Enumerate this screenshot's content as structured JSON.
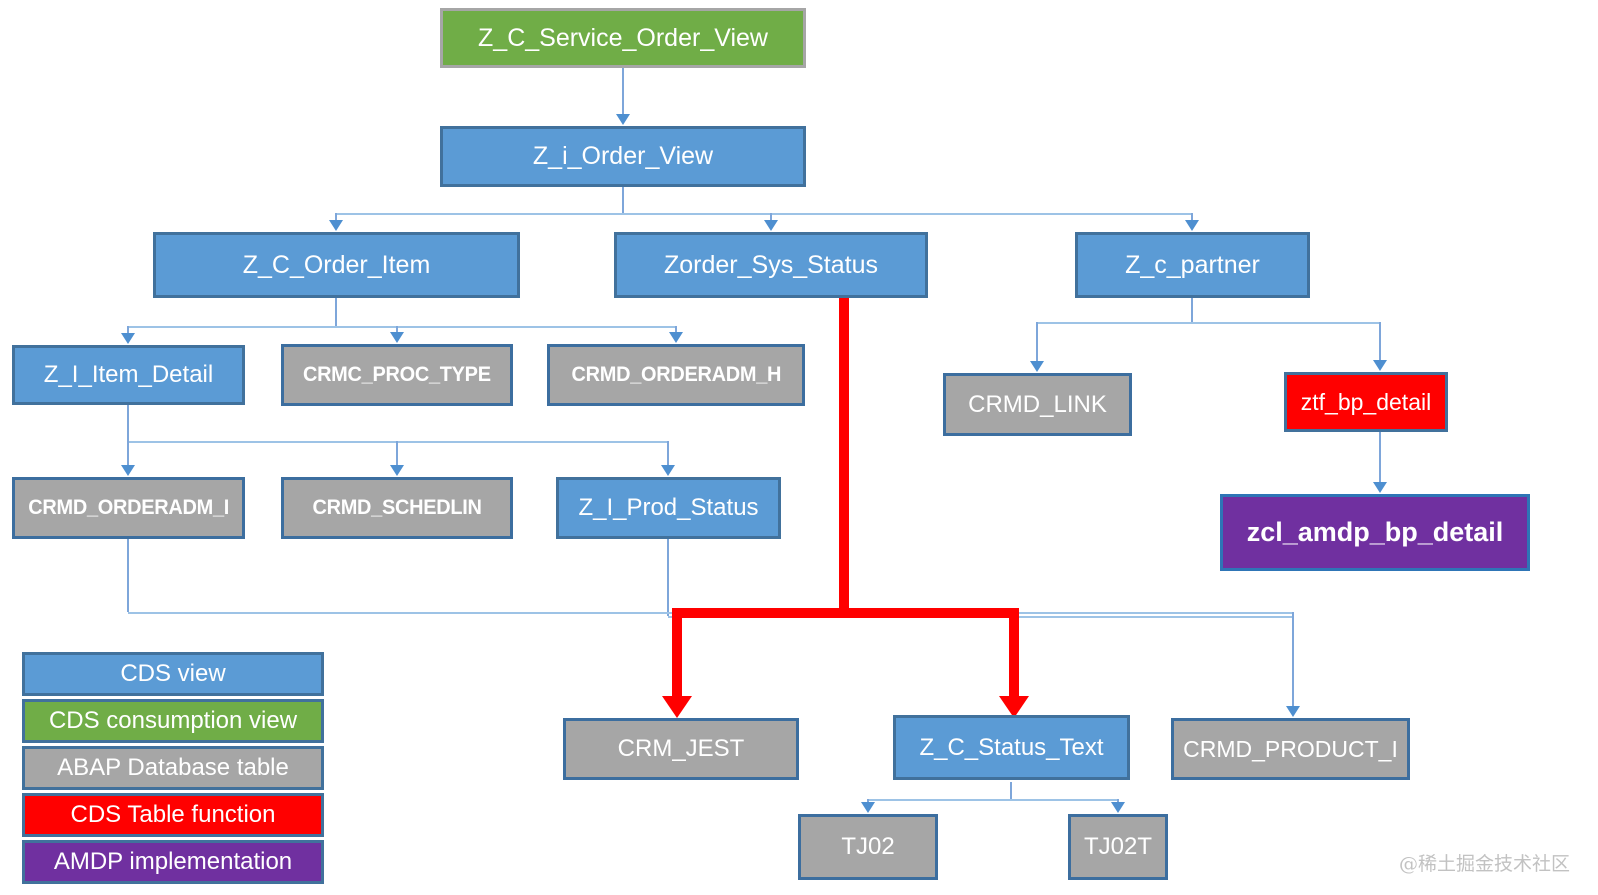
{
  "nodes": {
    "z_c_service_order_view": {
      "label": "Z_C_Service_Order_View",
      "type": "CDS consumption view"
    },
    "z_i_order_view": {
      "label": "Z_i_Order_View",
      "type": "CDS view"
    },
    "z_c_order_item": {
      "label": "Z_C_Order_Item",
      "type": "CDS view"
    },
    "zorder_sys_status": {
      "label": "Zorder_Sys_Status",
      "type": "CDS view"
    },
    "z_c_partner": {
      "label": "Z_c_partner",
      "type": "CDS view"
    },
    "z_i_item_detail": {
      "label": "Z_I_Item_Detail",
      "type": "CDS view"
    },
    "crmc_proc_type": {
      "label": "CRMC_PROC_TYPE",
      "type": "ABAP Database table"
    },
    "crmd_orderadm_h": {
      "label": "CRMD_ORDERADM_H",
      "type": "ABAP Database table"
    },
    "crmd_link": {
      "label": "CRMD_LINK",
      "type": "ABAP Database table"
    },
    "ztf_bp_detail": {
      "label": "ztf_bp_detail",
      "type": "CDS Table function"
    },
    "crmd_orderadm_i": {
      "label": "CRMD_ORDERADM_I",
      "type": "ABAP Database table"
    },
    "crmd_schedlin": {
      "label": "CRMD_SCHEDLIN",
      "type": "ABAP Database table"
    },
    "z_i_prod_status": {
      "label": "Z_I_Prod_Status",
      "type": "CDS view"
    },
    "zcl_amdp_bp_detail": {
      "label": "zcl_amdp_bp_detail",
      "type": "AMDP implementation"
    },
    "crm_jest": {
      "label": "CRM_JEST",
      "type": "ABAP Database table"
    },
    "z_c_status_text": {
      "label": "Z_C_Status_Text",
      "type": "CDS view"
    },
    "crmd_product_i": {
      "label": "CRMD_PRODUCT_I",
      "type": "ABAP Database table"
    },
    "tj02": {
      "label": "TJ02",
      "type": "ABAP Database table"
    },
    "tj02t": {
      "label": "TJ02T",
      "type": "ABAP Database table"
    }
  },
  "legend": {
    "items": [
      {
        "label": "CDS view",
        "color": "#5B9BD5"
      },
      {
        "label": "CDS consumption view",
        "color": "#70AD47"
      },
      {
        "label": "ABAP Database table",
        "color": "#A6A6A6"
      },
      {
        "label": "CDS Table function",
        "color": "#FF0000"
      },
      {
        "label": "AMDP implementation",
        "color": "#7030A0"
      }
    ]
  },
  "watermark": "@稀土掘金技术社区",
  "colors": {
    "cds_view": "#5B9BD5",
    "cds_consumption_view": "#70AD47",
    "abap_table": "#A6A6A6",
    "cds_table_function": "#FF0000",
    "amdp_implementation": "#7030A0",
    "node_border": "#41719C",
    "connector": "#7EA6DA",
    "highlight_path": "#FF0000"
  }
}
